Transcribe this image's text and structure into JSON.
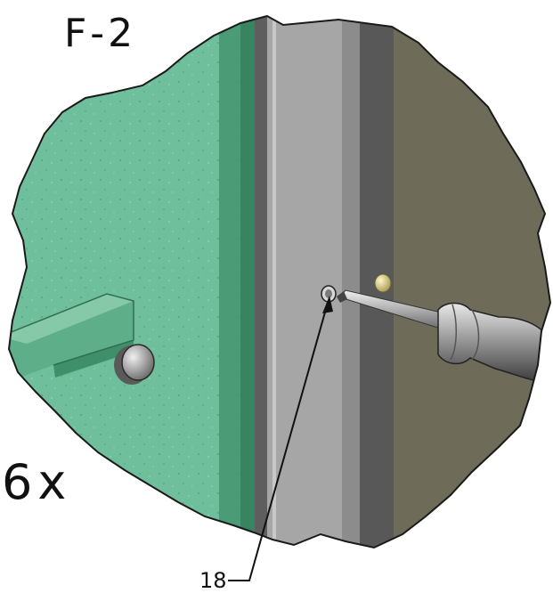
{
  "step_label": "F-2",
  "quantity_label": "6x",
  "callout": {
    "number": "18"
  },
  "colors": {
    "wall_green": "#6fbf9c",
    "wall_green_dark": "#3f8f6a",
    "frame_gray_light": "#a9a9a9",
    "frame_gray_dark": "#5a5a5a",
    "panel_brown": "#6e6b58",
    "outline": "#1a1a1a"
  },
  "icons": [
    "screwdriver-icon",
    "screw-icon",
    "wall-hook-icon",
    "knob-icon"
  ]
}
